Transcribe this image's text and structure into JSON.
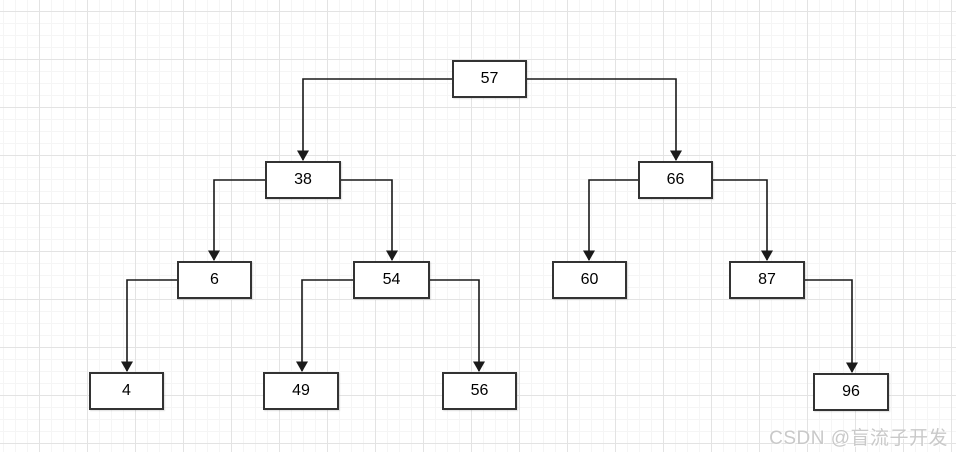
{
  "diagram": {
    "nodes": [
      {
        "id": "57",
        "value": "57"
      },
      {
        "id": "38",
        "value": "38"
      },
      {
        "id": "66",
        "value": "66"
      },
      {
        "id": "6",
        "value": "6"
      },
      {
        "id": "54",
        "value": "54"
      },
      {
        "id": "60",
        "value": "60"
      },
      {
        "id": "87",
        "value": "87"
      },
      {
        "id": "4",
        "value": "4"
      },
      {
        "id": "49",
        "value": "49"
      },
      {
        "id": "56",
        "value": "56"
      },
      {
        "id": "96",
        "value": "96"
      }
    ],
    "edges": [
      {
        "from": "57",
        "to": "38",
        "side": "left"
      },
      {
        "from": "57",
        "to": "66",
        "side": "right"
      },
      {
        "from": "38",
        "to": "6",
        "side": "left"
      },
      {
        "from": "38",
        "to": "54",
        "side": "right"
      },
      {
        "from": "66",
        "to": "60",
        "side": "left"
      },
      {
        "from": "66",
        "to": "87",
        "side": "right"
      },
      {
        "from": "6",
        "to": "4",
        "side": "left"
      },
      {
        "from": "54",
        "to": "49",
        "side": "left"
      },
      {
        "from": "54",
        "to": "56",
        "side": "right"
      },
      {
        "from": "87",
        "to": "96",
        "side": "right"
      }
    ],
    "watermark": {
      "text": "CSDN @盲流子开发"
    },
    "colors": {
      "background": "#ffffff",
      "grid_minor": "#f5f5f5",
      "grid_major": "#e3e3e3",
      "node_fill": "#ffffff",
      "node_border": "#333333",
      "node_text": "#000000",
      "edge": "#1a1a1a",
      "watermark": "#c9c9c9"
    }
  }
}
